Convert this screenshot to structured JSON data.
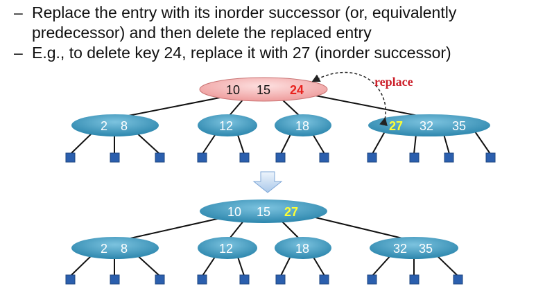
{
  "bullets": [
    "Replace the entry with its inorder successor (or, equivalently predecessor) and then delete the replaced entry",
    "E.g., to delete key 24, replace it with 27 (inorder successor)"
  ],
  "bullet_marker": "–",
  "colors": {
    "node_fill": "#3e97bd",
    "node_highlight_fill": "#f2a8a8",
    "leaf_fill": "#2b5fae",
    "deleted_key": "#e8221d",
    "successor_key": "#ffff33",
    "replace_arrow": "#cc1f2a"
  },
  "before_tree": {
    "root_keys": [
      "10",
      "15",
      "24"
    ],
    "children": [
      [
        "2",
        "8"
      ],
      [
        "12"
      ],
      [
        "18"
      ],
      [
        "27",
        "32",
        "35"
      ]
    ]
  },
  "after_tree": {
    "root_keys": [
      "10",
      "15",
      "27"
    ],
    "children": [
      [
        "2",
        "8"
      ],
      [
        "12"
      ],
      [
        "18"
      ],
      [
        "32",
        "35"
      ]
    ]
  },
  "replace_label": "replace",
  "transition_icon": "down-arrow-icon"
}
